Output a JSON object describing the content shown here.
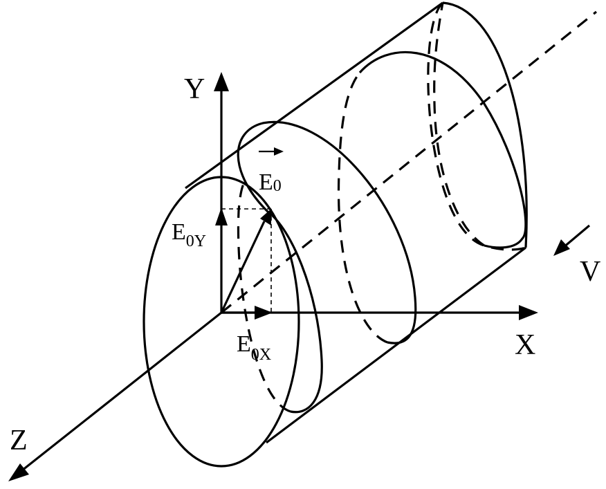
{
  "labels": {
    "y_axis": "Y",
    "x_axis": "X",
    "z_axis": "Z",
    "velocity": "V",
    "e0": "E",
    "e0_sub": "0",
    "e0y": "E",
    "e0y_sub": "0Y",
    "e0x": "E",
    "e0x_sub": "0X"
  }
}
